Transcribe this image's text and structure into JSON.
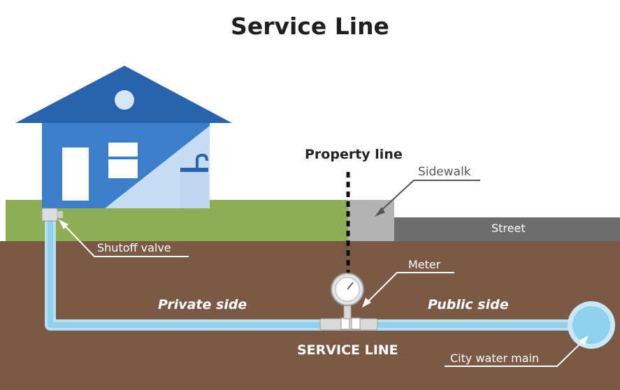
{
  "title": "Service Line",
  "labels": {
    "property_line": "Property line",
    "sidewalk": "Sidewalk",
    "street": "Street",
    "shutoff_valve": "Shutoff valve",
    "meter": "Meter",
    "private_side": "Private side",
    "public_side": "Public side",
    "service_line": "SERVICE LINE",
    "city_water_main": "City water main"
  },
  "colors": {
    "house_dark": "#2a63ad",
    "house_mid": "#3b7fcb",
    "house_light": "#c5dcf3",
    "grass": "#8dae52",
    "soil": "#7a5a45",
    "water": "#9fd6ef",
    "sidewalk": "#b3b3b3",
    "street": "#6d6d6d"
  },
  "icons": [
    "house-icon",
    "meter-icon",
    "shutoff-valve-icon",
    "faucet-icon",
    "water-main-icon"
  ]
}
